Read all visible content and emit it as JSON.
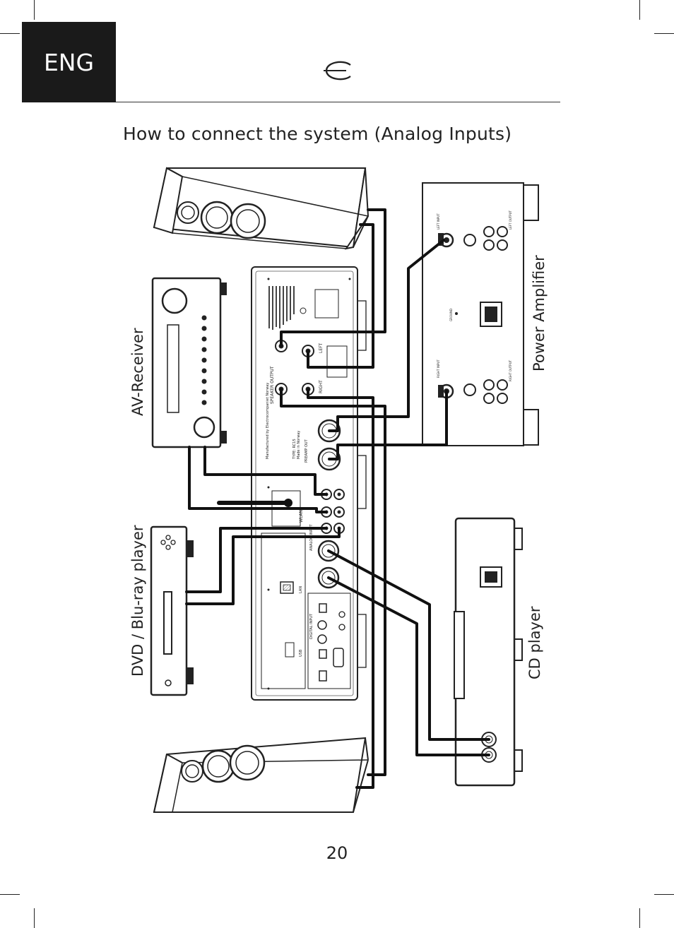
{
  "header": {
    "language_tab": "ENG"
  },
  "page": {
    "title": "How to connect the system (Analog Inputs)",
    "number": "20"
  },
  "devices": {
    "av_receiver": "AV-Receiver",
    "dvd_player": "DVD / Blu-ray player",
    "power_amplifier": "Power Amplifier",
    "cd_player": "CD player"
  },
  "integrated_amp_panel": {
    "speaker_output": "SPEAKER OUTPUT",
    "left": "LEFT",
    "right": "RIGHT",
    "preamp_out": "PREAMP OUT",
    "analog_input": "ANALOG INPUT",
    "wlan": "WLAN",
    "lan": "LAN",
    "usb": "USB",
    "digital_input": "DIGITAL INPUT",
    "type": "TYPE: RC15",
    "made_in": "Made in Norway",
    "manufactured_by": "Manufactured by Electrocompaniet Norway"
  },
  "power_amp_panel": {
    "left_input": "LEFT INPUT",
    "right_input": "RIGHT INPUT",
    "left_output": "LEFT OUTPUT",
    "right_output": "RIGHT OUTPUT",
    "ground": "GROUND"
  },
  "icons": [
    "electrocompaniet-logo",
    "speaker-icon",
    "av-receiver-icon",
    "dvd-player-icon",
    "cd-player-icon",
    "power-amplifier-icon"
  ]
}
